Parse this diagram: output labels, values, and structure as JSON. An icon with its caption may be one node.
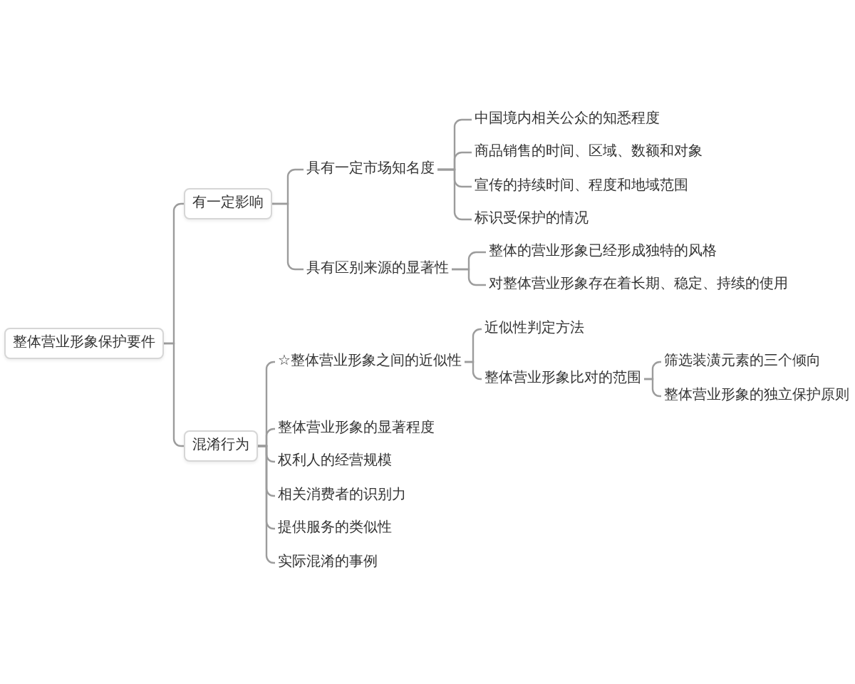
{
  "diagram": {
    "nodes": [
      {
        "text": [
          "整体营业形象保护要件"
        ]
      },
      {
        "text": [
          "有一定影响"
        ]
      },
      {
        "text": [
          "具有一定市场知名度"
        ]
      },
      {
        "text": [
          "中国境内相关公众的知悉程度"
        ]
      },
      {
        "text": [
          "商品销售的时间、区域、数额和对象"
        ]
      },
      {
        "text": [
          "宣传的持续时间、程度和地域范围"
        ]
      },
      {
        "text": [
          "标识受保护的情况"
        ]
      },
      {
        "text": [
          "具有区别来源的显著性"
        ]
      },
      {
        "text": [
          "整体的营业形象已经形成独特的风格"
        ]
      },
      {
        "text": [
          "对整体营业形象存在着长期、稳定、持续的使用"
        ]
      },
      {
        "text": [
          "混淆行为"
        ]
      },
      {
        "text": [
          "☆整体营业形象之间的近似性"
        ]
      },
      {
        "text": [
          "近似性判定方法"
        ]
      },
      {
        "text": [
          "整体营业形象比对的范围"
        ]
      },
      {
        "text": [
          "筛选装潢元素的三个倾向"
        ]
      },
      {
        "text": [
          "整体营业形象的独立保护原则"
        ]
      },
      {
        "text": [
          "整体营业形象的显著程度"
        ]
      },
      {
        "text": [
          "权利人的经营规模"
        ]
      },
      {
        "text": [
          "相关消费者的识别力"
        ]
      },
      {
        "text": [
          "提供服务的类似性"
        ]
      },
      {
        "text": [
          "实际混淆的事例"
        ]
      }
    ],
    "edges": [
      {
        "from": 0,
        "to": 1,
        "arrow": "none"
      },
      {
        "from": 1,
        "to": 2,
        "arrow": "none"
      },
      {
        "from": 2,
        "to": 3,
        "arrow": "none"
      },
      {
        "from": 2,
        "to": 4,
        "arrow": "none"
      },
      {
        "from": 2,
        "to": 5,
        "arrow": "none"
      },
      {
        "from": 2,
        "to": 6,
        "arrow": "none"
      },
      {
        "from": 1,
        "to": 7,
        "arrow": "none"
      },
      {
        "from": 7,
        "to": 8,
        "arrow": "none"
      },
      {
        "from": 7,
        "to": 9,
        "arrow": "none"
      },
      {
        "from": 0,
        "to": 10,
        "arrow": "none"
      },
      {
        "from": 10,
        "to": 11,
        "arrow": "none"
      },
      {
        "from": 11,
        "to": 12,
        "arrow": "none"
      },
      {
        "from": 11,
        "to": 13,
        "arrow": "none"
      },
      {
        "from": 13,
        "to": 14,
        "arrow": "none"
      },
      {
        "from": 13,
        "to": 15,
        "arrow": "none"
      },
      {
        "from": 10,
        "to": 16,
        "arrow": "none"
      },
      {
        "from": 10,
        "to": 17,
        "arrow": "none"
      },
      {
        "from": 10,
        "to": 18,
        "arrow": "none"
      },
      {
        "from": 10,
        "to": 19,
        "arrow": "none"
      },
      {
        "from": 10,
        "to": 20,
        "arrow": "none"
      }
    ]
  }
}
